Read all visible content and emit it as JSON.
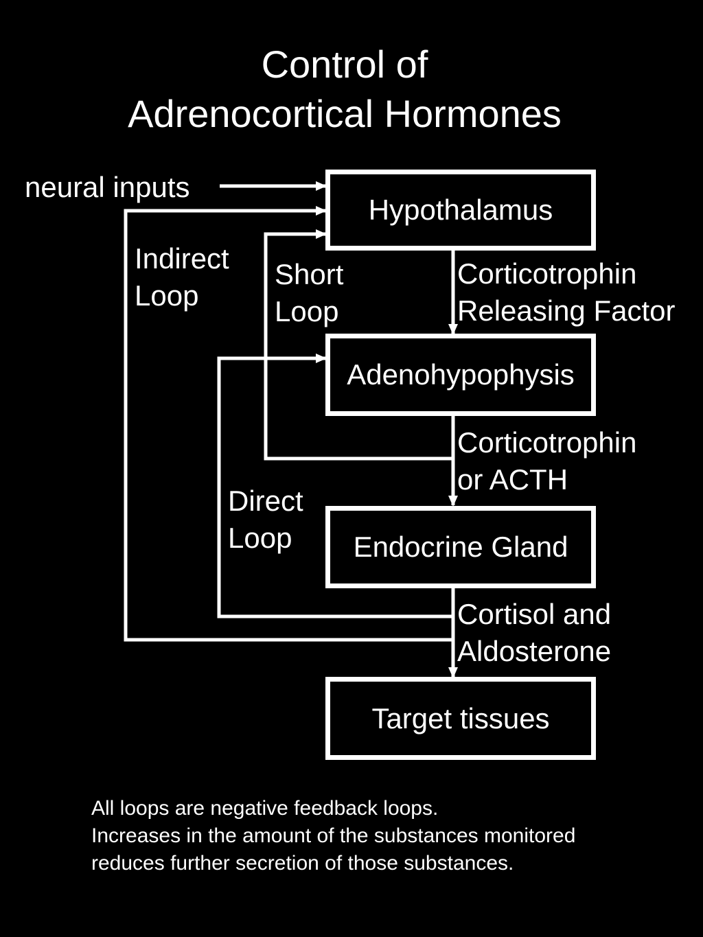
{
  "title": {
    "line1": "Control of",
    "line2": "Adrenocortical Hormones"
  },
  "boxes": {
    "hypothalamus": "Hypothalamus",
    "adenohypophysis": "Adenohypophysis",
    "endocrine_gland": "Endocrine Gland",
    "target_tissues": "Target tissues"
  },
  "labels": {
    "neural_inputs": "neural inputs",
    "indirect_loop": [
      "Indirect",
      "Loop"
    ],
    "short_loop": [
      "Short",
      "Loop"
    ],
    "direct_loop": [
      "Direct",
      "Loop"
    ],
    "crf": [
      "Corticotrophin",
      "Releasing Factor"
    ],
    "acth": [
      "Corticotrophin",
      "or ACTH"
    ],
    "cortisol": [
      "Cortisol and",
      "Aldosterone"
    ]
  },
  "notes": [
    "All loops are negative feedback loops.",
    "Increases in the amount of the substances monitored",
    "reduces further secretion of those substances."
  ]
}
